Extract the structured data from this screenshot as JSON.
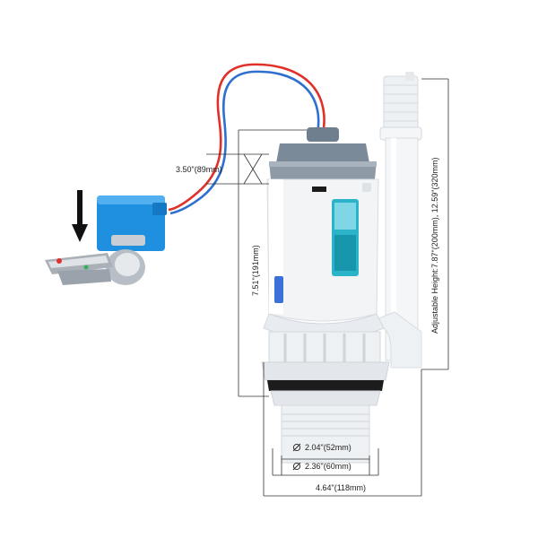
{
  "dimensions": {
    "cap_height": "3.50\"(89mm)",
    "body_height": "7.51\"(191mm)",
    "adjustable_height": "Adjustable Height:7.87\"(200mm),   12.59\"(320mm)",
    "thread_diameter": "2.04\"(52mm)",
    "flange_diameter": "2.36\"(60mm)",
    "total_width": "4.64\"(118mm)"
  },
  "colors": {
    "cable_red": "#e0302a",
    "cable_blue": "#2f6fd0",
    "switch_box": "#1f8fe0",
    "cap_gray": "#7b8a99",
    "body_white": "#f2f4f6",
    "window_teal": "#2bb3c9",
    "chrome": "#b8bec6"
  },
  "icons": {
    "push_arrow": "arrow-down-icon",
    "diameter": "diameter-icon"
  }
}
